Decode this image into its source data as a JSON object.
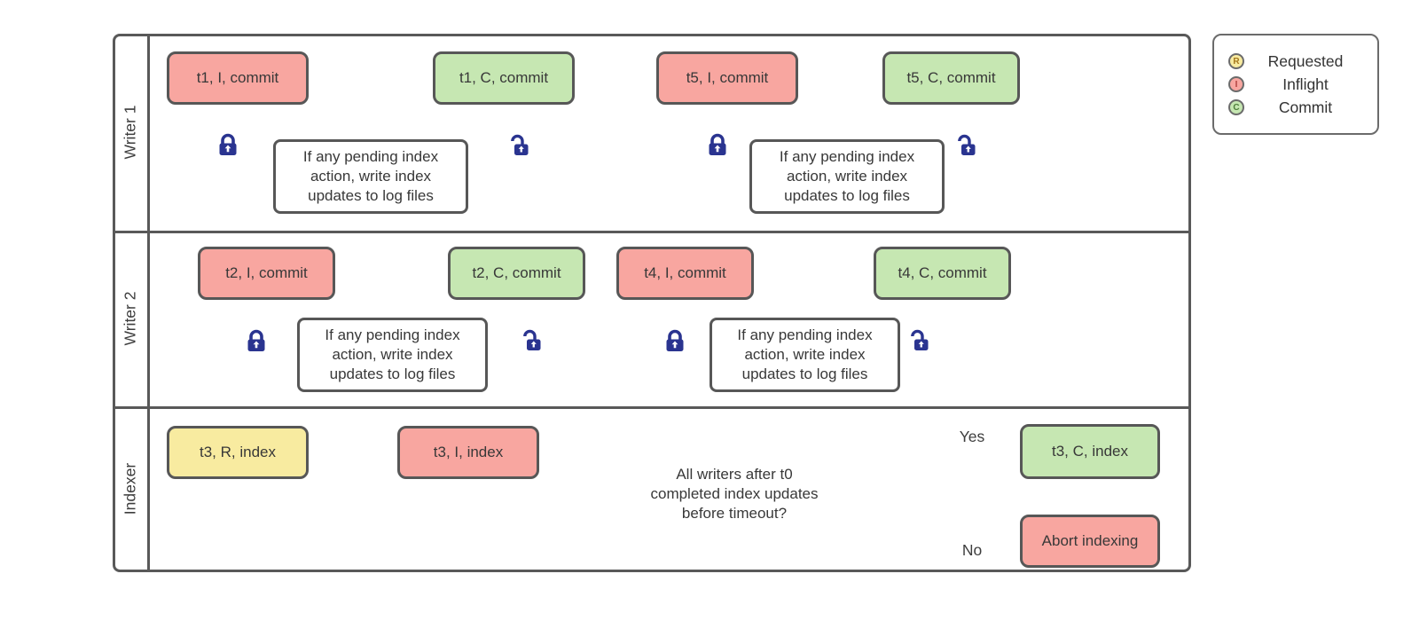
{
  "diagram": {
    "lanes": [
      {
        "label": "Writer 1"
      },
      {
        "label": "Writer 2"
      },
      {
        "label": "Indexer"
      }
    ],
    "nodes": {
      "t1_inflight": {
        "label": "t1, I, commit"
      },
      "t1_process": {
        "label": "If any pending index\naction, write index\nupdates to log files"
      },
      "t1_commit": {
        "label": "t1, C, commit"
      },
      "t5_inflight": {
        "label": "t5, I, commit"
      },
      "t5_process": {
        "label": "If any pending index\naction, write index\nupdates to log files"
      },
      "t5_commit": {
        "label": "t5, C, commit"
      },
      "t2_inflight": {
        "label": "t2, I, commit"
      },
      "t2_process": {
        "label": "If any pending index\naction, write index\nupdates to log files"
      },
      "t2_commit": {
        "label": "t2, C, commit"
      },
      "t4_inflight": {
        "label": "t4, I, commit"
      },
      "t4_process": {
        "label": "If any pending index\naction, write index\nupdates to log files"
      },
      "t4_commit": {
        "label": "t4, C, commit"
      },
      "t3_requested": {
        "label": "t3, R, index"
      },
      "t3_inflight": {
        "label": "t3, I, index"
      },
      "decision": {
        "label": "All writers after t0\ncompleted index updates\nbefore timeout?"
      },
      "t3_commit": {
        "label": "t3, C, index"
      },
      "abort": {
        "label": "Abort indexing"
      }
    },
    "edge_labels": {
      "yes": "Yes",
      "no": "No"
    },
    "legend": {
      "items": [
        {
          "letter": "R",
          "label": "Requested",
          "color": "#f8eba0"
        },
        {
          "letter": "I",
          "label": "Inflight",
          "color": "#f8a6a0"
        },
        {
          "letter": "C",
          "label": "Commit",
          "color": "#c6e7b2"
        }
      ]
    },
    "colors": {
      "requested": "#f8eba0",
      "inflight": "#f8a6a0",
      "commit": "#c6e7b2",
      "node_stroke": "#575757",
      "lane_stroke": "#595959",
      "connector": "#666666",
      "lock": "#2a3490",
      "text": "#383838"
    }
  }
}
